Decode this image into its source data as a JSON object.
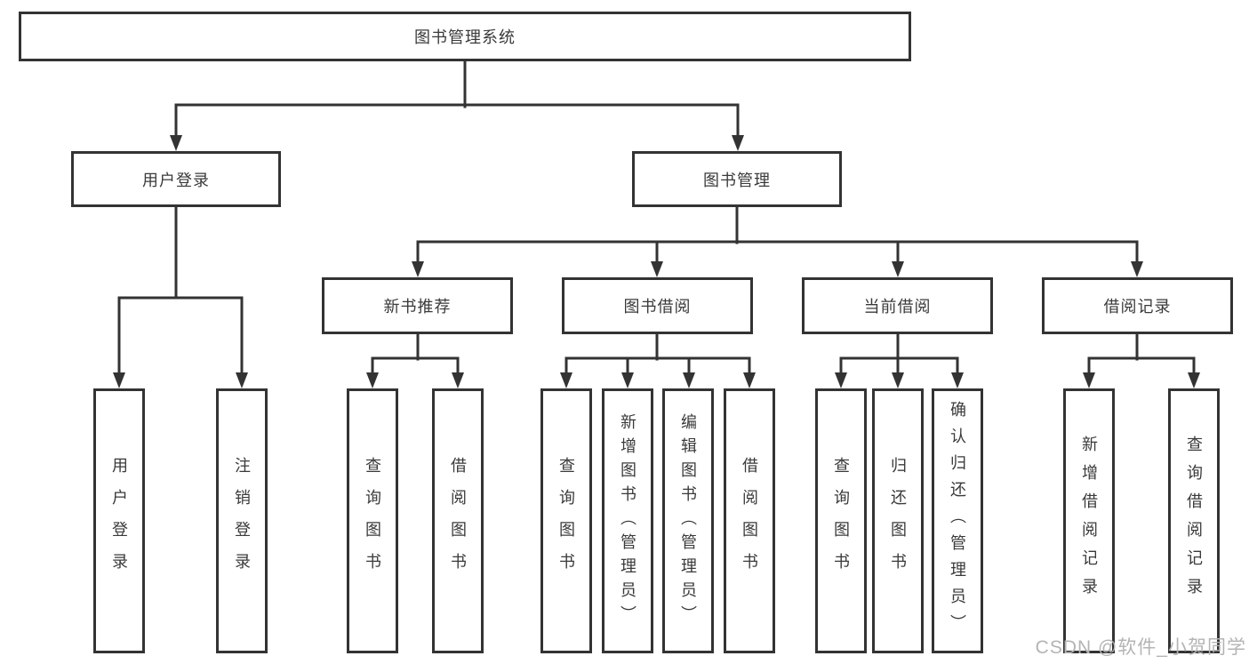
{
  "tree": {
    "root": "图书管理系统",
    "branches": [
      {
        "label": "用户登录",
        "children": [
          "用户登录",
          "注销登录"
        ]
      },
      {
        "label": "图书管理",
        "children": [
          {
            "label": "新书推荐",
            "children": [
              "查询图书",
              "借阅图书"
            ]
          },
          {
            "label": "图书借阅",
            "children": [
              "查询图书",
              "新增图书（管理员）",
              "编辑图书（管理员）",
              "借阅图书"
            ]
          },
          {
            "label": "当前借阅",
            "children": [
              "查询图书",
              "归还图书",
              "确认归还（管理员）"
            ]
          },
          {
            "label": "借阅记录",
            "children": [
              "新增借阅记录",
              "查询借阅记录"
            ]
          }
        ]
      }
    ]
  },
  "watermark": {
    "text": "CSDN @软件_小贺同学"
  },
  "colors": {
    "line": "#333333",
    "box_border": "#333333",
    "text": "#3a3a3a",
    "watermark": "#b4b4b4",
    "background": "#ffffff"
  }
}
